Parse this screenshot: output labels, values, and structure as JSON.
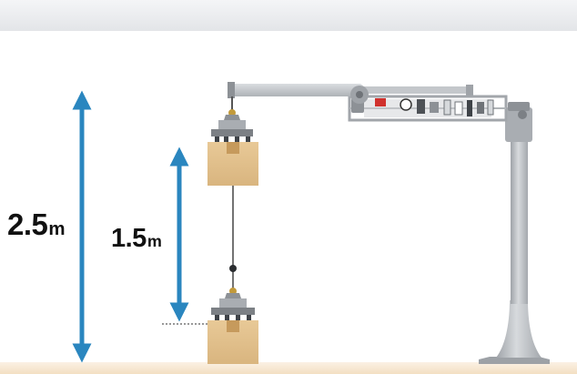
{
  "dimensions": {
    "large": {
      "value": "2.5",
      "unit": "m"
    },
    "small": {
      "value": "1.5",
      "unit": "m"
    }
  },
  "colors": {
    "arrow": "#2a86bf",
    "crane_body": "#b9bdc2",
    "crane_dark": "#6f7378",
    "box": "#e0bf8d",
    "box_tape": "#c69a5c",
    "floor": "#f6e6cf",
    "top_band": "#e9ebee",
    "accent_red": "#d0312d"
  },
  "icons": [
    "up-down-arrow-icon",
    "jib-crane-icon",
    "vacuum-lifter-icon",
    "cardboard-box-icon"
  ]
}
